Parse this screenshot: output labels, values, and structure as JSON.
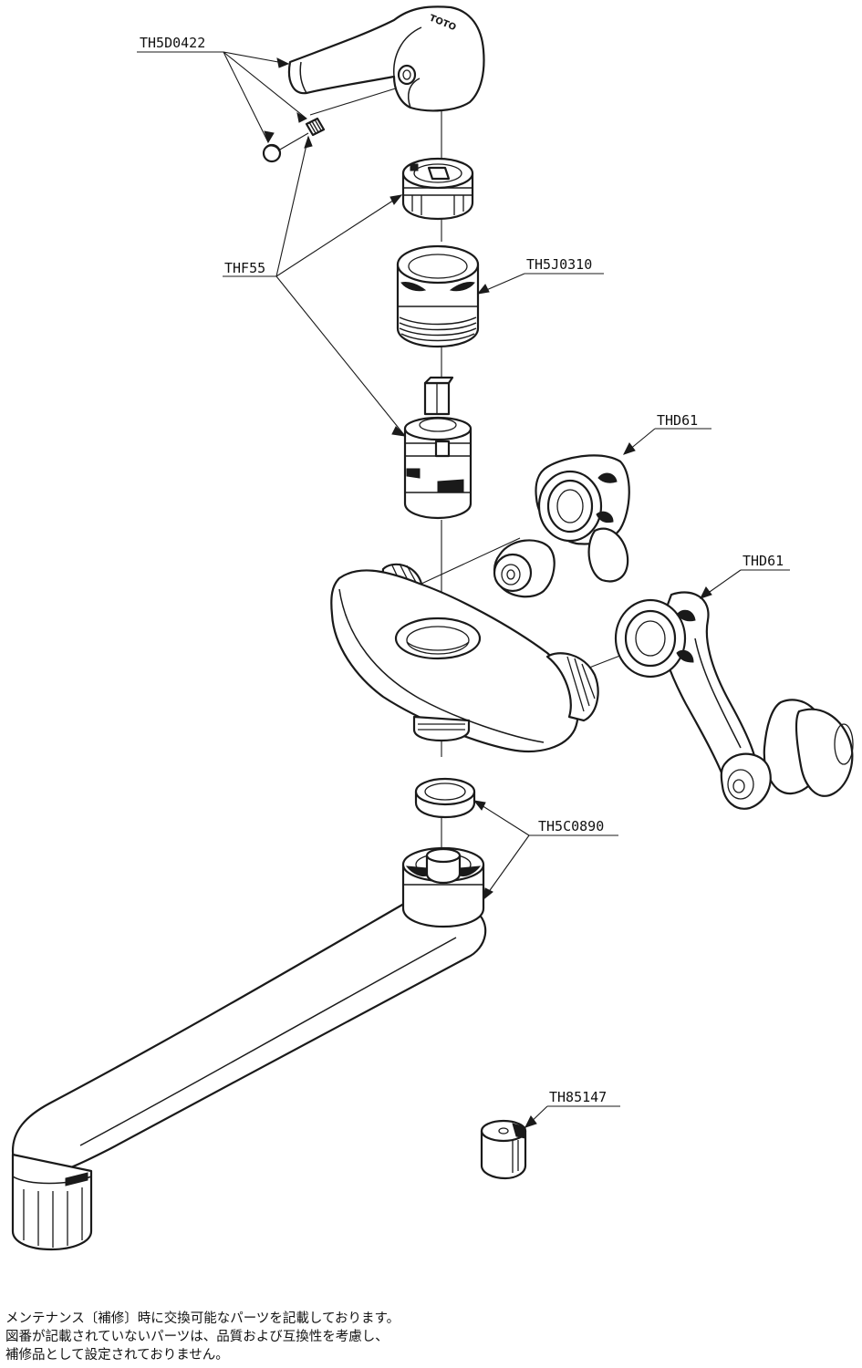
{
  "part_labels": {
    "handle_set": "TH5D0422",
    "cartridge_group": "THF55",
    "cap_nut": "TH5J0310",
    "elbow_upper": "THD61",
    "elbow_lower": "THD61",
    "packing": "TH5C0890",
    "small_part": "TH85147"
  },
  "handle_brand": "TOTO",
  "notes": [
    "メンテナンス〔補修〕時に交換可能なパーツを記載しております。",
    "図番が記載されていないパーツは、品質および互換性を考慮し、",
    "補修品として設定されておりません。"
  ]
}
